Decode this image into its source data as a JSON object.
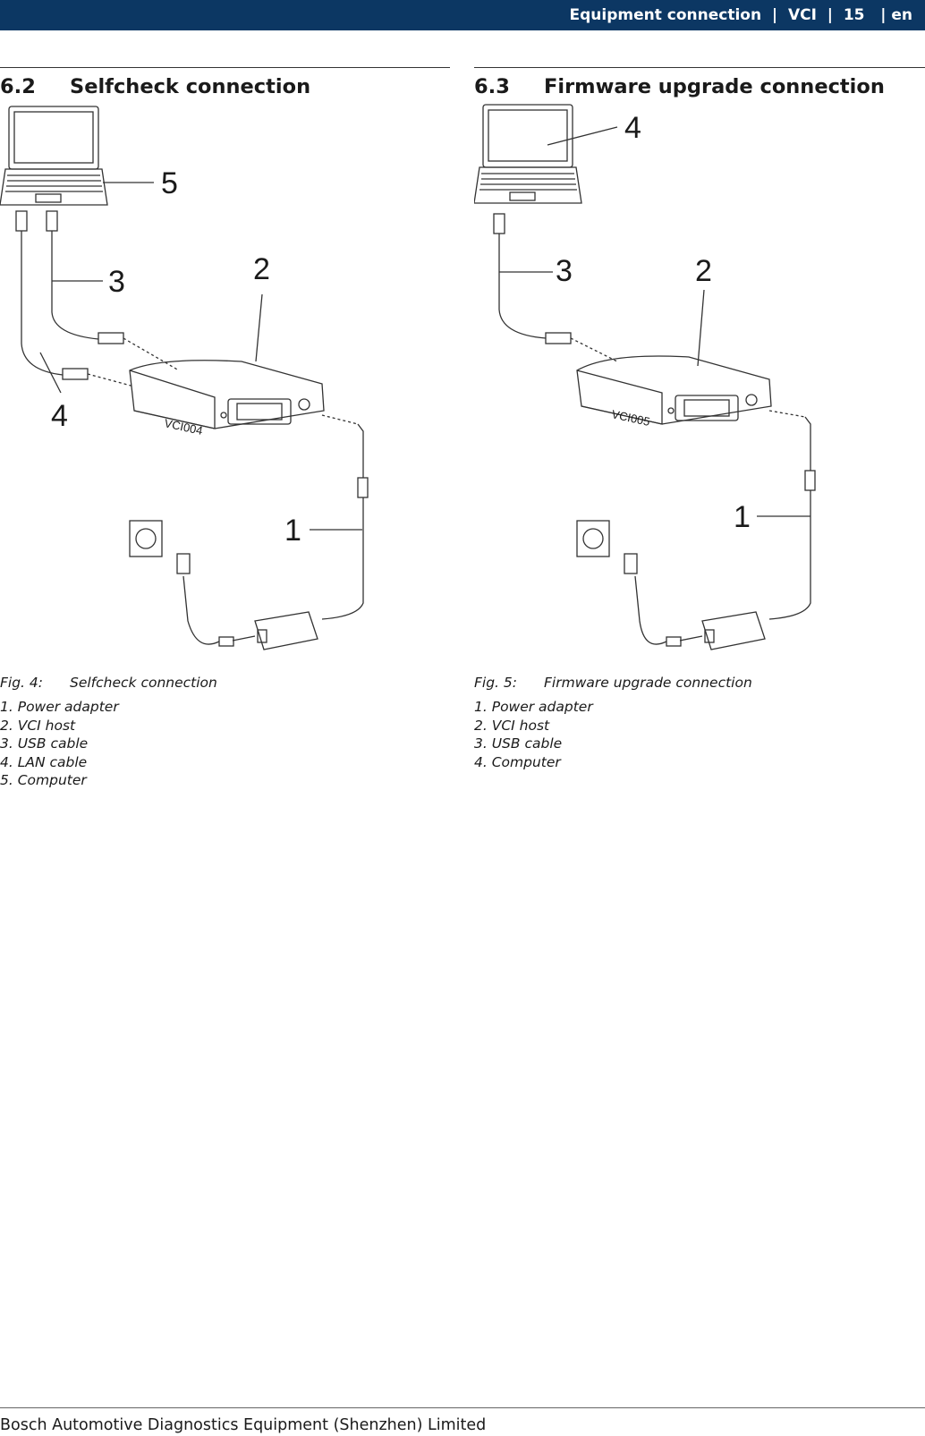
{
  "header": {
    "text": "Equipment connection  |  VCI  |  15   | en"
  },
  "sections": [
    {
      "number": "6.2",
      "title": "Selfcheck connection",
      "figure_label": "Fig. 4:",
      "figure_title": "Selfcheck connection",
      "callouts": [
        "1",
        "2",
        "3",
        "4",
        "5"
      ],
      "model_label": "VCI004",
      "legend": [
        "1. Power adapter",
        "2. VCI host",
        "3. USB cable",
        "4. LAN cable",
        "5. Computer"
      ]
    },
    {
      "number": "6.3",
      "title": "Firmware upgrade connection",
      "figure_label": "Fig. 5:",
      "figure_title": "Firmware upgrade connection",
      "callouts": [
        "1",
        "2",
        "3",
        "4"
      ],
      "model_label": "VCI005",
      "legend": [
        "1. Power adapter",
        "2. VCI host",
        "3. USB cable",
        "4. Computer"
      ]
    }
  ],
  "footer": {
    "text": "Bosch Automotive Diagnostics Equipment (Shenzhen) Limited"
  }
}
